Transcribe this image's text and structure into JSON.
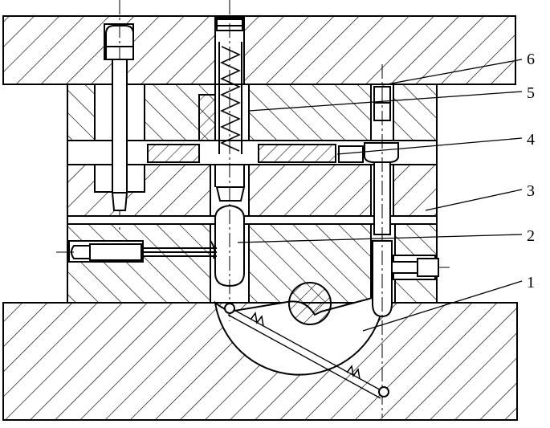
{
  "diagram": {
    "callouts": [
      {
        "id": "callout-6",
        "label": "6"
      },
      {
        "id": "callout-5",
        "label": "5"
      },
      {
        "id": "callout-4",
        "label": "4"
      },
      {
        "id": "callout-3",
        "label": "3"
      },
      {
        "id": "callout-2",
        "label": "2"
      },
      {
        "id": "callout-1",
        "label": "1"
      }
    ],
    "colors": {
      "line": "#000000",
      "background": "#ffffff"
    }
  }
}
